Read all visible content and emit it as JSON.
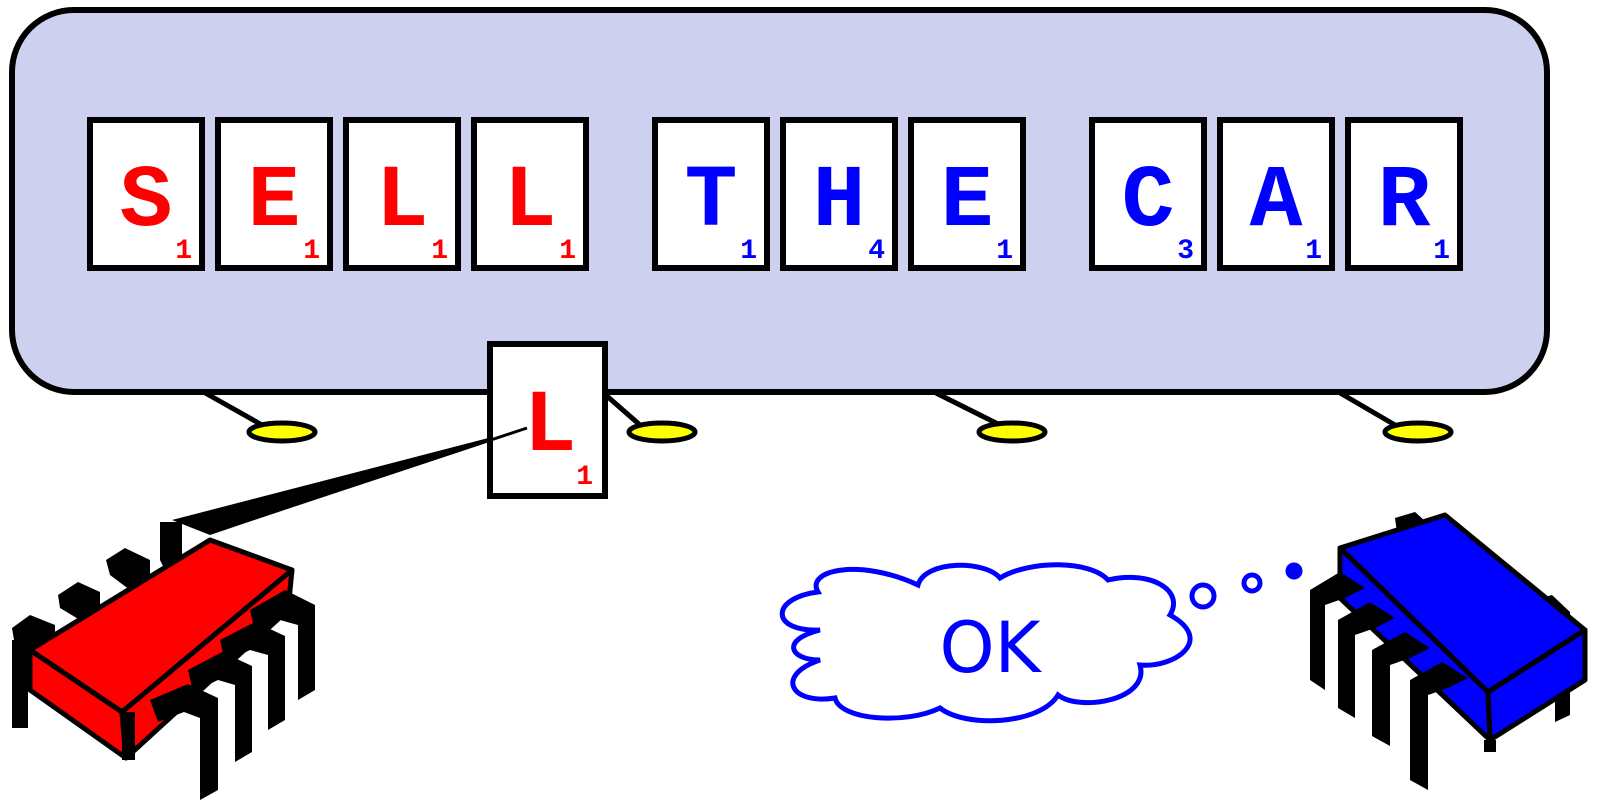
{
  "colors": {
    "board_fill": "#cdd0ee",
    "outline": "#000000",
    "red": "#ff0000",
    "blue": "#0000ff",
    "peg_fill": "#ffff00",
    "tile_fill": "#ffffff"
  },
  "words": [
    {
      "color": "red",
      "tiles": [
        {
          "letter": "S",
          "score": "1"
        },
        {
          "letter": "E",
          "score": "1"
        },
        {
          "letter": "L",
          "score": "1"
        },
        {
          "letter": "L",
          "score": "1"
        }
      ]
    },
    {
      "color": "blue",
      "tiles": [
        {
          "letter": "T",
          "score": "1"
        },
        {
          "letter": "H",
          "score": "4"
        },
        {
          "letter": "E",
          "score": "1"
        }
      ]
    },
    {
      "color": "blue",
      "tiles": [
        {
          "letter": "C",
          "score": "3"
        },
        {
          "letter": "A",
          "score": "1"
        },
        {
          "letter": "R",
          "score": "1"
        }
      ]
    }
  ],
  "held_tile": {
    "letter": "L",
    "score": "1",
    "color": "red"
  },
  "thought": {
    "text": "OK",
    "color": "blue"
  },
  "players": [
    {
      "name": "red-chip",
      "color": "red"
    },
    {
      "name": "blue-chip",
      "color": "blue"
    }
  ]
}
